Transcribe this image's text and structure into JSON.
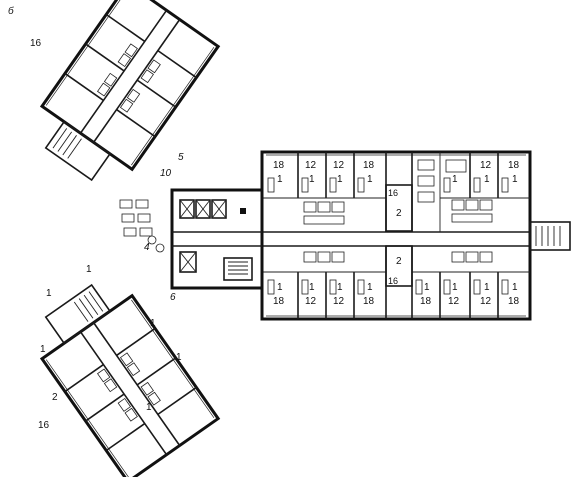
{
  "figure_letter": "б",
  "labels": {
    "n1": "1",
    "n2": "2",
    "n4": "4",
    "n5": "5",
    "n6": "6",
    "n10": "10",
    "n12": "12",
    "n16": "16",
    "n18": "18"
  }
}
